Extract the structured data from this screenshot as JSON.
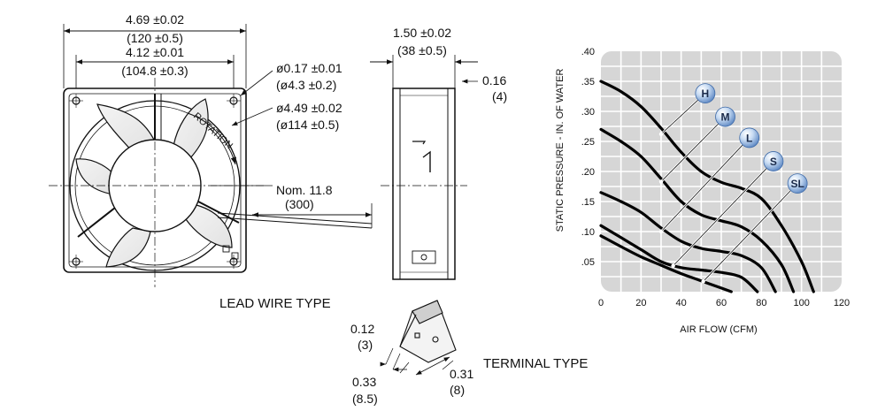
{
  "front_view": {
    "width_overall_in": "4.69 ±0.02",
    "width_overall_mm": "(120 ±0.5)",
    "hole_spacing_in": "4.12 ±0.01",
    "hole_spacing_mm": "(104.8 ±0.3)",
    "hole_dia_in": "ø0.17 ±0.01",
    "hole_dia_mm": "(ø4.3 ±0.2)",
    "venturi_dia_in": "ø4.49 ±0.02",
    "venturi_dia_mm": "(ø114 ±0.5)",
    "rotation_label": "ROTATION",
    "lead_length_in": "Nom. 11.8",
    "lead_length_mm": "(300)",
    "caption": "LEAD WIRE TYPE"
  },
  "side_view": {
    "depth_in": "1.50 ±0.02",
    "depth_mm": "(38 ±0.5)",
    "flange_in": "0.16",
    "flange_mm": "(4)"
  },
  "terminal_view": {
    "width_in": "0.12",
    "width_mm": "(3)",
    "tab_in": "0.33",
    "tab_mm": "(8.5)",
    "length_in": "0.31",
    "length_mm": "(8)",
    "caption": "TERMINAL TYPE"
  },
  "chart_data": {
    "type": "line",
    "xlabel": "AIR FLOW (CFM)",
    "ylabel": "STATIC PRESSURE - IN. OF WATER",
    "xlim": [
      0,
      120
    ],
    "ylim": [
      0,
      0.4
    ],
    "x_ticks": [
      "0",
      "20",
      "40",
      "60",
      "80",
      "100",
      "120"
    ],
    "y_ticks": [
      ".05",
      ".10",
      ".15",
      ".20",
      ".25",
      ".30",
      ".35",
      ".40"
    ],
    "grid": true,
    "series": [
      {
        "name": "H",
        "x": [
          0,
          10,
          20,
          30,
          40,
          50,
          60,
          70,
          80,
          90,
          100,
          106
        ],
        "y": [
          0.35,
          0.333,
          0.308,
          0.272,
          0.232,
          0.2,
          0.182,
          0.172,
          0.155,
          0.11,
          0.05,
          0
        ]
      },
      {
        "name": "M",
        "x": [
          0,
          10,
          20,
          30,
          40,
          50,
          60,
          70,
          80,
          90,
          96
        ],
        "y": [
          0.27,
          0.25,
          0.225,
          0.188,
          0.15,
          0.128,
          0.118,
          0.108,
          0.085,
          0.045,
          0
        ]
      },
      {
        "name": "L",
        "x": [
          0,
          10,
          20,
          30,
          40,
          50,
          60,
          70,
          80,
          87
        ],
        "y": [
          0.165,
          0.15,
          0.132,
          0.106,
          0.084,
          0.072,
          0.067,
          0.06,
          0.04,
          0
        ]
      },
      {
        "name": "S",
        "x": [
          0,
          10,
          20,
          30,
          40,
          50,
          60,
          70,
          78
        ],
        "y": [
          0.11,
          0.09,
          0.07,
          0.05,
          0.04,
          0.036,
          0.032,
          0.024,
          0
        ]
      },
      {
        "name": "SL",
        "x": [
          0,
          10,
          20,
          30,
          40,
          50,
          60,
          65
        ],
        "y": [
          0.093,
          0.075,
          0.058,
          0.044,
          0.03,
          0.018,
          0.006,
          0
        ]
      }
    ],
    "labels": [
      {
        "name": "H",
        "anchor": [
          30,
          0.262
        ],
        "bubble": [
          52,
          0.33
        ]
      },
      {
        "name": "M",
        "anchor": [
          30,
          0.183
        ],
        "bubble": [
          62,
          0.291
        ]
      },
      {
        "name": "L",
        "anchor": [
          30,
          0.1
        ],
        "bubble": [
          74,
          0.256
        ]
      },
      {
        "name": "S",
        "anchor": [
          36,
          0.043
        ],
        "bubble": [
          86,
          0.217
        ]
      },
      {
        "name": "SL",
        "anchor": [
          51,
          0.017
        ],
        "bubble": [
          98,
          0.18
        ]
      }
    ]
  }
}
